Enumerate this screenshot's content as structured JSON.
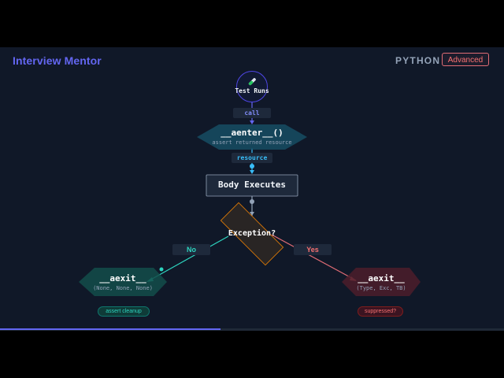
{
  "header": {
    "brand": "Interview Mentor",
    "language": "PYTHON",
    "difficulty": "Advanced"
  },
  "colors": {
    "background": "#101828",
    "accent": "#6366f1",
    "success": "#2dd4bf",
    "danger": "#f87171",
    "warning": "#f59e0b"
  },
  "diagram": {
    "start_node": {
      "label": "Test Runs",
      "icon": "test-tube-icon"
    },
    "edge_call": "call",
    "enter_node": {
      "title": "__aenter__()",
      "subtitle": "assert returned resource"
    },
    "edge_resource": "resource",
    "body_node": {
      "label": "Body Executes"
    },
    "decision_node": {
      "label": "Exception?"
    },
    "branch_no": "No",
    "branch_yes": "Yes",
    "exit_no": {
      "title": "__aexit__",
      "args": "(None, None, None)",
      "badge": "assert cleanup"
    },
    "exit_yes": {
      "title": "__aexit__",
      "args": "(Type, Exc, TB)",
      "badge": "suppressed?"
    }
  },
  "progress": {
    "percent": 43.75
  }
}
